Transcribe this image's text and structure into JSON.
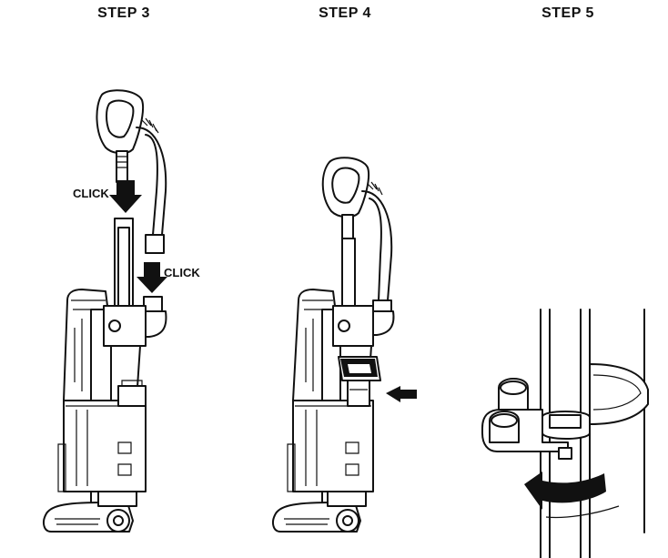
{
  "steps": {
    "step3": "STEP 3",
    "step4": "STEP 4",
    "step5": "STEP 5"
  },
  "labels": {
    "click_wand": "CLICK",
    "click_hose": "CLICK"
  },
  "icons": [
    "arrow-down-icon",
    "arrow-left-icon",
    "rotate-arrow-icon"
  ]
}
